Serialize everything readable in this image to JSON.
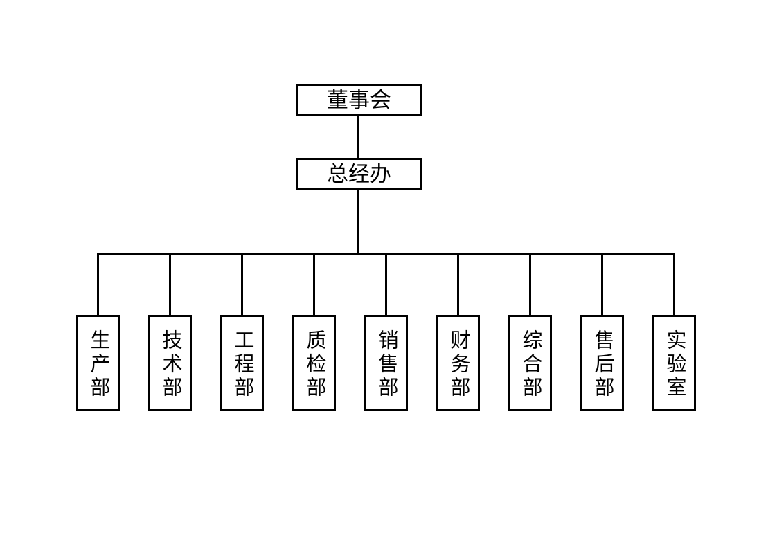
{
  "org_chart": {
    "type": "org-tree",
    "root": {
      "label": "董事会"
    },
    "manager_office": {
      "label": "总经办"
    },
    "departments": [
      {
        "label": "生产部"
      },
      {
        "label": "技术部"
      },
      {
        "label": "工程部"
      },
      {
        "label": "质检部"
      },
      {
        "label": "销售部"
      },
      {
        "label": "财务部"
      },
      {
        "label": "综合部"
      },
      {
        "label": "售后部"
      },
      {
        "label": "实验室"
      }
    ],
    "colors": {
      "line": "#000000",
      "text": "#000000",
      "box_background": "#ffffff",
      "page_background": "#ffffff"
    }
  }
}
